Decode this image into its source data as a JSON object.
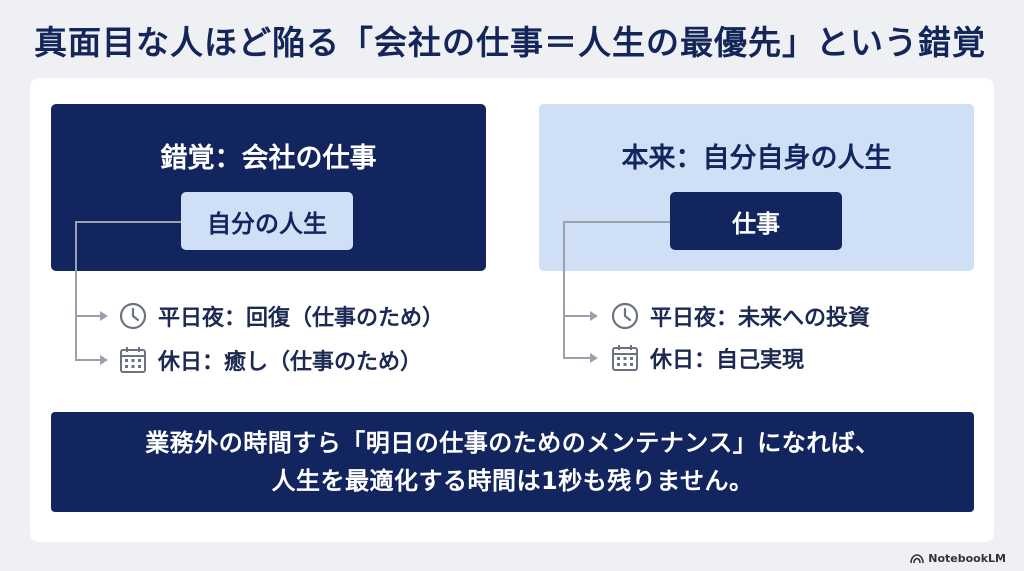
{
  "title": "真面目な人ほど陥る「会社の仕事＝人生の最優先」という錯覚",
  "left_panel": {
    "title": "錯覚：会社の仕事",
    "inner_label": "自分の人生",
    "items": [
      {
        "icon": "clock-icon",
        "text": "平日夜：回復（仕事のため）"
      },
      {
        "icon": "calendar-icon",
        "text": "休日：癒し（仕事のため）"
      }
    ]
  },
  "right_panel": {
    "title": "本来：自分自身の人生",
    "inner_label": "仕事",
    "items": [
      {
        "icon": "clock-icon",
        "text": "平日夜：未来への投資"
      },
      {
        "icon": "calendar-icon",
        "text": "休日：自己実現"
      }
    ]
  },
  "bottom_message": {
    "line1": "業務外の時間すら「明日の仕事のためのメンテナンス」になれば、",
    "line2": "人生を最適化する時間は1秒も残りません。"
  },
  "brand": "NotebookLM",
  "colors": {
    "navy": "#12255e",
    "light_blue": "#cfe0f6",
    "background": "#eef0f3"
  }
}
